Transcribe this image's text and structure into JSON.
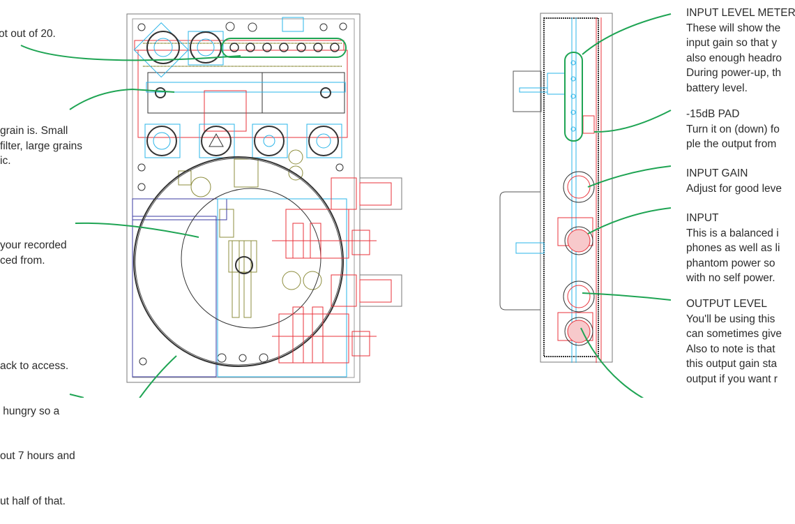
{
  "left_annotations": [
    {
      "lines": [
        "ot out of 20."
      ]
    },
    {
      "lines": [
        "grain is. Small",
        "filter, large grains",
        "ic."
      ]
    },
    {
      "lines": [
        "your recorded",
        "ced from."
      ]
    },
    {
      "lines": [
        "ack to access.",
        " hungry so a",
        "out 7 hours and",
        "ut half of that."
      ]
    }
  ],
  "right_annotations": [
    {
      "title": "INPUT LEVEL METER",
      "lines": [
        "These will show the",
        "input gain so that y",
        "also enough headro",
        "During power-up, th",
        "battery level."
      ]
    },
    {
      "title": "-15dB PAD",
      "lines": [
        "Turn it on (down) fo",
        "ple the output from"
      ]
    },
    {
      "title": "INPUT GAIN",
      "lines": [
        "Adjust for good leve"
      ]
    },
    {
      "title": "INPUT",
      "lines": [
        "This is a balanced i",
        "phones as well as li",
        "phantom power so",
        "with no self power."
      ]
    },
    {
      "title": "OUTPUT LEVEL",
      "lines": [
        "You'll be using this",
        "can sometimes give",
        "Also to note is that",
        "this output gain sta",
        "output if you want r"
      ]
    }
  ],
  "colors": {
    "leader": "#1ea453",
    "outline": "#555555",
    "cyan": "#2ab4e8",
    "red": "#e8323a",
    "olive": "#8c8c3c",
    "navy": "#3a3aa0"
  }
}
